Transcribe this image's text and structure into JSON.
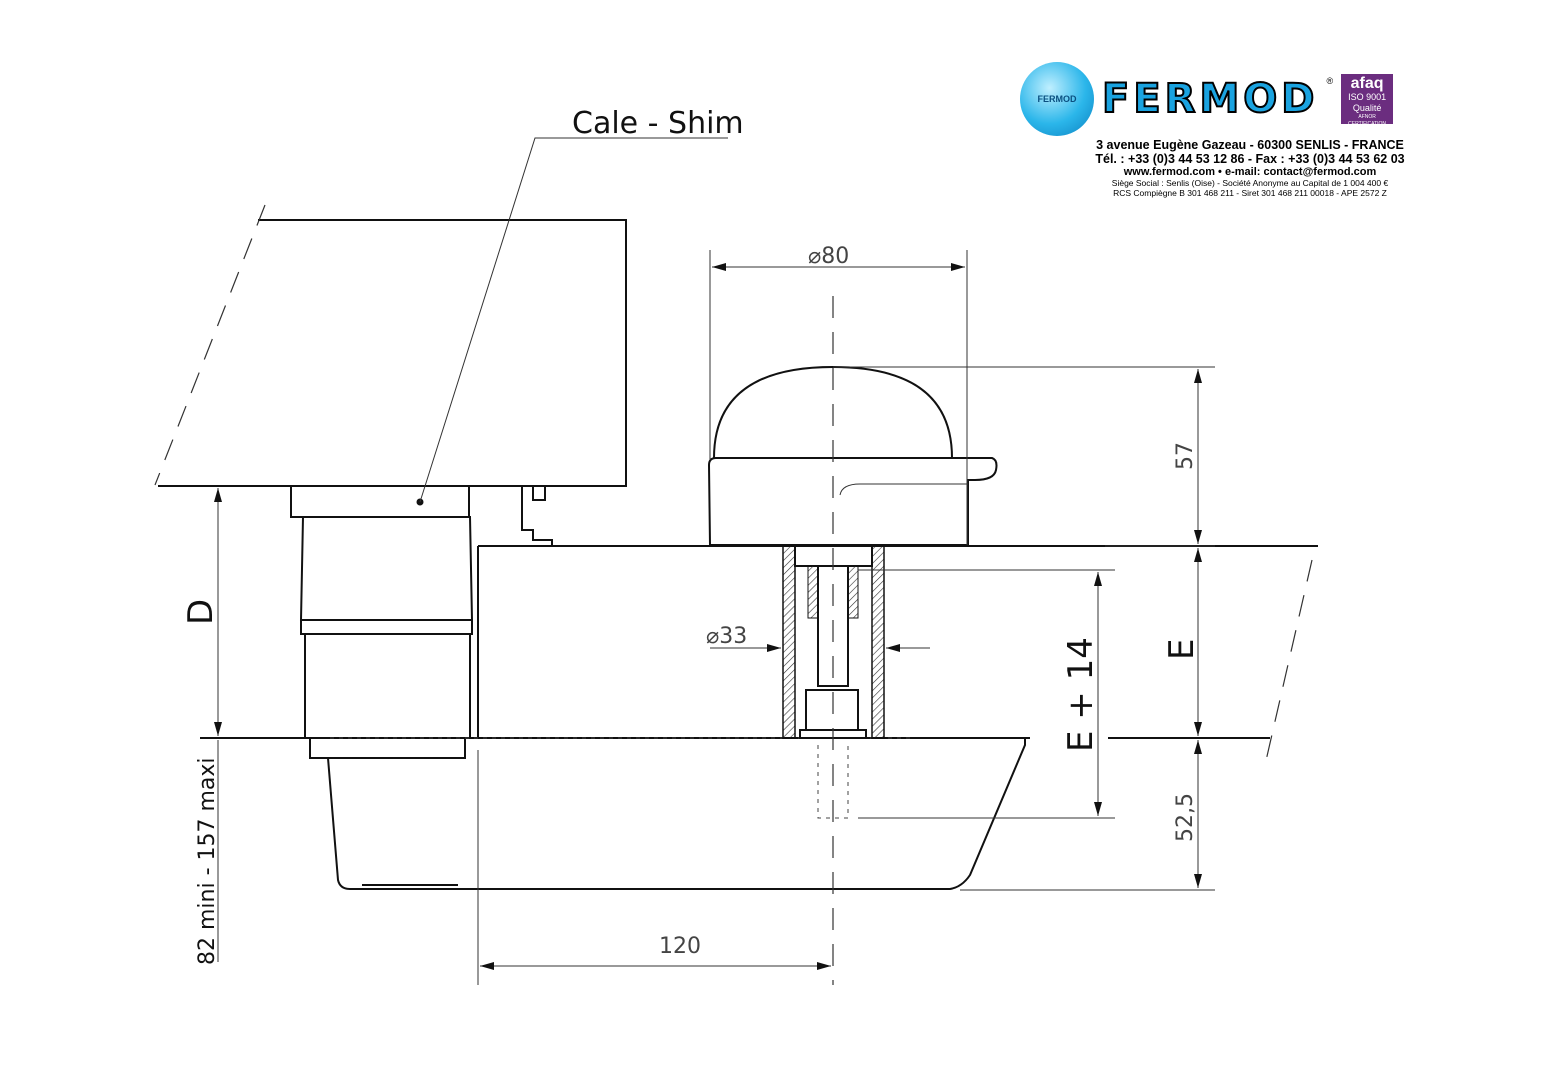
{
  "header": {
    "brand": "FERMOD",
    "registered": "®",
    "ball_text": "FERMOD",
    "cert_brand": "afaq",
    "cert_iso": "ISO 9001",
    "cert_quality": "Qualité",
    "cert_footer": "AFNOR CERTIFICATION",
    "address": "3 avenue Eugène Gazeau - 60300 SENLIS - FRANCE",
    "phone": "Tél. : +33 (0)3 44 53 12 86 - Fax : +33 (0)3 44 53 62 03",
    "web": "www.fermod.com • e-mail: contact@fermod.com",
    "legal1": "Siège Social : Senlis (Oise) - Société Anonyme au Capital de 1 004 400 €",
    "legal2": "RCS Compiègne B 301 468 211 - Siret 301 468 211 00018 - APE 2572 Z"
  },
  "labels": {
    "shim": "Cale - Shim",
    "dia80": "⌀80",
    "dim57": "57",
    "dimE": "E",
    "dimE14": "E + 14",
    "dia33": "⌀33",
    "dim525": "52,5",
    "dimD": "D",
    "range": "82 mini - 157 maxi",
    "dim120": "120"
  }
}
